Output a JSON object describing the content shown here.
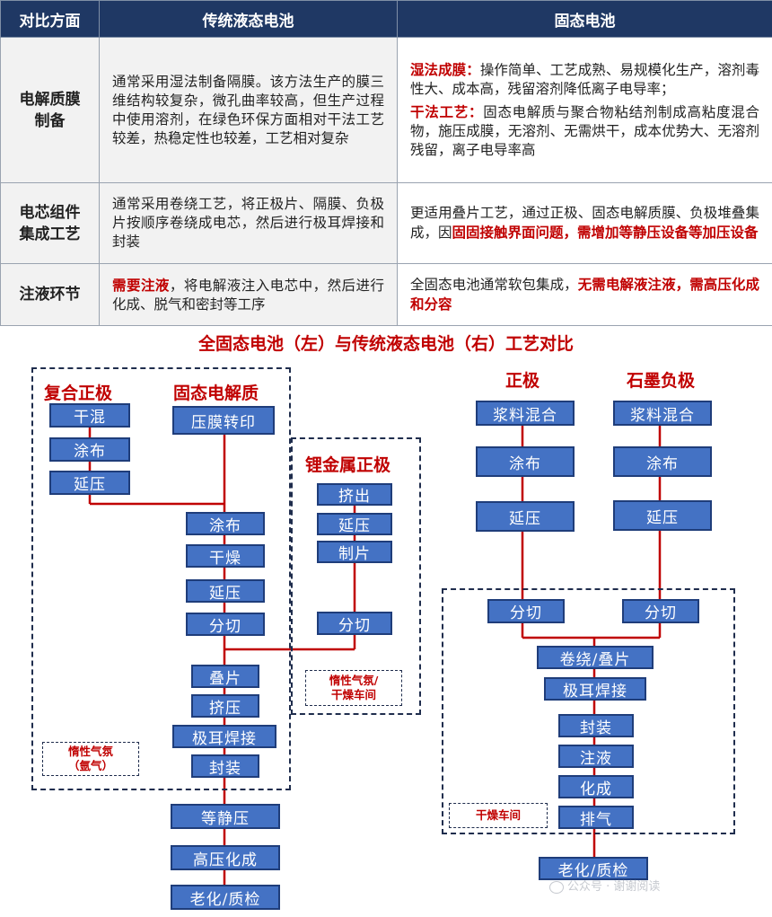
{
  "table": {
    "headers": [
      "对比方面",
      "传统液态电池",
      "固态电池"
    ],
    "rows": [
      {
        "label": "电解质膜制备",
        "traditional": [
          {
            "text": "通常采用湿法制备隔膜。该方法生产的膜三维结构较复杂，微孔曲率较高，但生产过程中使用溶剂，在绿色环保方面相对干法工艺较差，热稳定性也较差，工艺相对复杂",
            "highlight": false
          }
        ],
        "solid_p1": [
          {
            "text": "湿法成膜：",
            "highlight": true
          },
          {
            "text": "操作简单、工艺成熟、易规模化生产，溶剂毒性大、成本高，残留溶剂降低离子电导率；",
            "highlight": false
          }
        ],
        "solid_p2": [
          {
            "text": "干法工艺：",
            "highlight": true
          },
          {
            "text": "固态电解质与聚合物粘结剂制成高粘度混合物，施压成膜，无溶剂、无需烘干，成本优势大、无溶剂残留，离子电导率高",
            "highlight": false
          }
        ]
      },
      {
        "label": "电芯组件集成工艺",
        "traditional": [
          {
            "text": "通常采用卷绕工艺，将正极片、隔膜、负极片按顺序卷绕成电芯，然后进行极耳焊接和封装",
            "highlight": false
          }
        ],
        "solid_p1": [
          {
            "text": "更适用叠片工艺，通过正极、固态电解质膜、负极堆叠集成，因",
            "highlight": false
          },
          {
            "text": "固固接触界面问题，需增加等静压设备等加压设备",
            "highlight": true
          }
        ]
      },
      {
        "label": "注液环节",
        "traditional": [
          {
            "text": "需要注液",
            "highlight": true
          },
          {
            "text": "，将电解液注入电芯中，然后进行化成、脱气和密封等工序",
            "highlight": false
          }
        ],
        "solid_p1": [
          {
            "text": "全固态电池通常软包集成，",
            "highlight": false
          },
          {
            "text": "无需电解液注液，需高压化成和分容",
            "highlight": true
          }
        ]
      }
    ]
  },
  "diagram": {
    "title": "全固态电池（左）与传统液态电池（右）工艺对比",
    "left": {
      "composite_cathode": {
        "label": "复合正极",
        "steps": [
          "干混",
          "涂布",
          "延压"
        ]
      },
      "solid_electrolyte": {
        "label": "固态电解质",
        "step": "压膜转印"
      },
      "lithium_anode": {
        "label": "锂金属正极",
        "steps": [
          "挤出",
          "延压",
          "制片",
          "分切"
        ]
      },
      "main_steps": [
        "涂布",
        "干燥",
        "延压",
        "分切",
        "叠片",
        "挤压",
        "极耳焊接",
        "封装"
      ],
      "outer_steps": [
        "等静压",
        "高压化成",
        "老化/质检"
      ],
      "atmosphere_main": [
        "惰性气氛",
        "（氩气）"
      ],
      "atmosphere_anode": [
        "惰性气氛/",
        "干燥车间"
      ]
    },
    "right": {
      "cathode": {
        "label": "正极",
        "steps": [
          "浆料混合",
          "涂布",
          "延压",
          "分切"
        ]
      },
      "anode": {
        "label": "石墨负极",
        "steps": [
          "浆料混合",
          "涂布",
          "延压",
          "分切"
        ]
      },
      "assembly_steps": [
        "卷绕/叠片",
        "极耳焊接",
        "封装",
        "注液",
        "化成",
        "排气"
      ],
      "final_step": "老化/质检",
      "atmosphere": "干燥车间"
    },
    "watermark": "公众号 · 谢谢阅读"
  },
  "colors": {
    "header_bg": "#1f3864",
    "highlight": "#c00000",
    "box_fill": "#4472c4",
    "box_border": "#1f3d7a",
    "connector": "#c00000"
  }
}
